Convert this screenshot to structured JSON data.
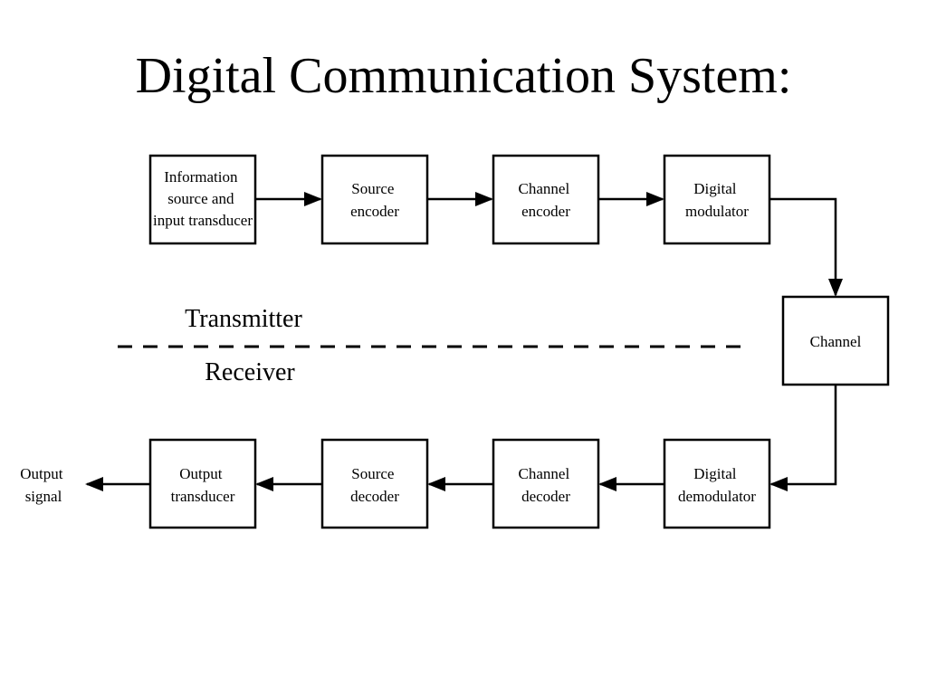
{
  "title": "Digital Communication System:",
  "blocks": {
    "info_source": [
      "Information",
      "source and",
      "input transducer"
    ],
    "source_encoder": [
      "Source",
      "encoder"
    ],
    "channel_encoder": [
      "Channel",
      "encoder"
    ],
    "digital_modulator": [
      "Digital",
      "modulator"
    ],
    "channel": [
      "Channel"
    ],
    "digital_demodulator": [
      "Digital",
      "demodulator"
    ],
    "channel_decoder": [
      "Channel",
      "decoder"
    ],
    "source_decoder": [
      "Source",
      "decoder"
    ],
    "output_transducer": [
      "Output",
      "transducer"
    ]
  },
  "output_signal": [
    "Output",
    "signal"
  ],
  "sections": {
    "transmitter": "Transmitter",
    "receiver": "Receiver"
  }
}
